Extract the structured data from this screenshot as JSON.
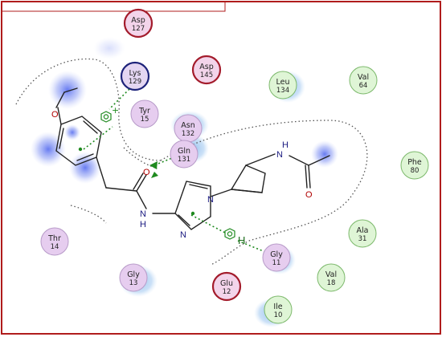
{
  "colors": {
    "frame": "#b01c1c",
    "bond": "#222222",
    "contour": "#555555",
    "interaction": "#1f8a1f",
    "acidic_fill": "#f3d4ea",
    "acidic_ring": "#a31b2b",
    "basic_fill": "#e4d6f2",
    "basic_ring": "#1d237a",
    "polar_fill": "#e6cdef",
    "polar_ring": "#b79ac8",
    "hydrophobic_fill": "#dff5d6",
    "hydrophobic_ring": "#7bb86a",
    "solvent_glow": "#7d8ff2",
    "halo": "#9fc6ef"
  },
  "residues": [
    {
      "id": "asp127",
      "name": "Asp",
      "num": "127",
      "kind": "acidic"
    },
    {
      "id": "lys129",
      "name": "Lys",
      "num": "129",
      "kind": "basic"
    },
    {
      "id": "asp145",
      "name": "Asp",
      "num": "145",
      "kind": "acidic"
    },
    {
      "id": "tyr15",
      "name": "Tyr",
      "num": "15",
      "kind": "polar"
    },
    {
      "id": "asn132",
      "name": "Asn",
      "num": "132",
      "kind": "polar"
    },
    {
      "id": "gln131",
      "name": "Gln",
      "num": "131",
      "kind": "polar"
    },
    {
      "id": "leu134",
      "name": "Leu",
      "num": "134",
      "kind": "hydrophobic"
    },
    {
      "id": "val64",
      "name": "Val",
      "num": "64",
      "kind": "hydrophobic"
    },
    {
      "id": "phe80",
      "name": "Phe",
      "num": "80",
      "kind": "hydrophobic"
    },
    {
      "id": "thr14",
      "name": "Thr",
      "num": "14",
      "kind": "polar"
    },
    {
      "id": "ala31",
      "name": "Ala",
      "num": "31",
      "kind": "hydrophobic"
    },
    {
      "id": "gly11",
      "name": "Gly",
      "num": "11",
      "kind": "polar"
    },
    {
      "id": "gly13",
      "name": "Gly",
      "num": "13",
      "kind": "polar"
    },
    {
      "id": "val18",
      "name": "Val",
      "num": "18",
      "kind": "hydrophobic"
    },
    {
      "id": "glu12",
      "name": "Glu",
      "num": "12",
      "kind": "acidic"
    },
    {
      "id": "ile10",
      "name": "Ile",
      "num": "10",
      "kind": "hydrophobic"
    }
  ],
  "atoms": {
    "methoxy_o": "O",
    "amide_o": "O",
    "acetamide_o": "O",
    "amide_nh_n": "N",
    "amide_nh_h": "H",
    "imidazole_n1": "N",
    "imidazole_n3": "N",
    "acetamide_nh_n": "N",
    "acetamide_nh_h": "H",
    "interaction_h": "H"
  },
  "glyphs": {
    "cation_plus": "+"
  }
}
